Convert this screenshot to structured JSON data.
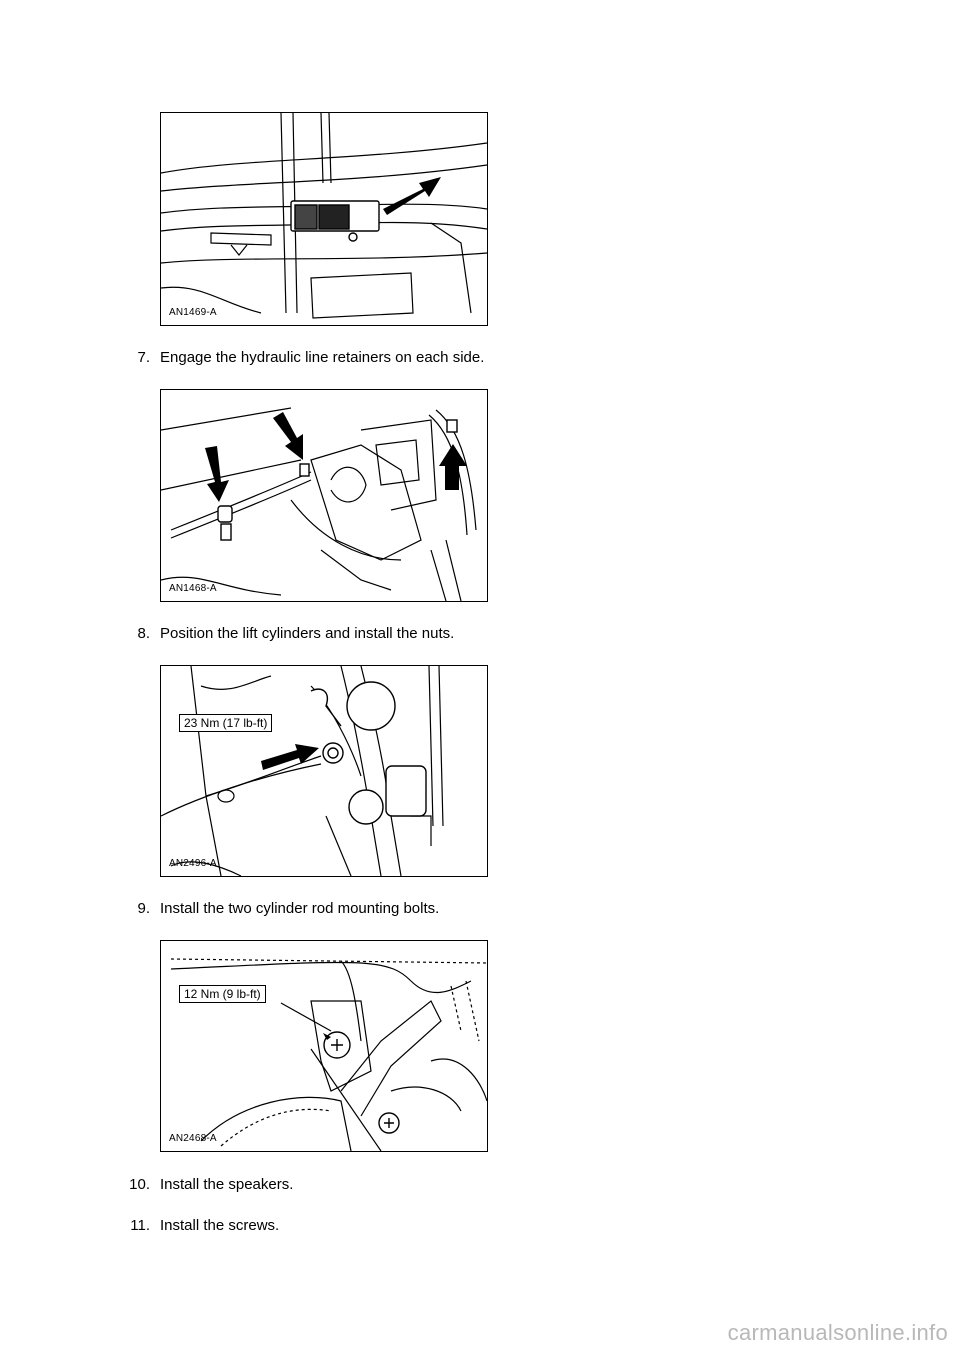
{
  "figures": [
    {
      "code": "AN1469-A"
    },
    {
      "code": "AN1468-A"
    },
    {
      "code": "AN2496-A",
      "torque": "23 Nm (17 lb-ft)"
    },
    {
      "code": "AN2468-A",
      "torque": "12 Nm (9 lb-ft)"
    }
  ],
  "steps": [
    {
      "number": "7.",
      "text": "Engage the hydraulic line retainers on each side."
    },
    {
      "number": "8.",
      "text": "Position the lift cylinders and install the nuts."
    },
    {
      "number": "9.",
      "text": "Install the two cylinder rod mounting bolts."
    },
    {
      "number": "10.",
      "text": "Install the speakers."
    },
    {
      "number": "11.",
      "text": "Install the screws."
    }
  ],
  "watermark": "carmanualsonline.info"
}
